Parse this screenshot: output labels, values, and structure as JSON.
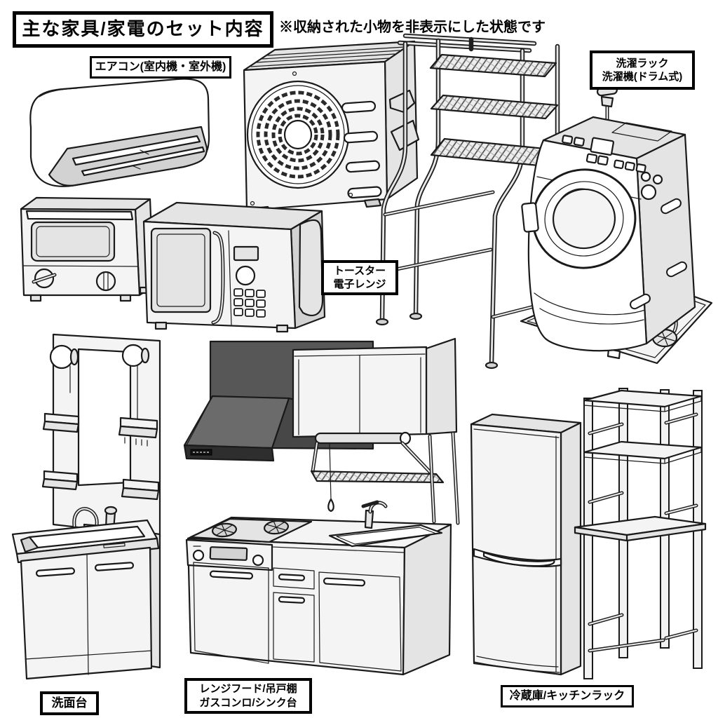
{
  "page": {
    "title": "主な家具/家電のセット内容",
    "note": "※収納された小物を非表示にした状態です"
  },
  "labels": {
    "aircon": {
      "lines": [
        "エアコン(室内機・室外機)"
      ]
    },
    "laundry": {
      "lines": [
        "洗濯ラック",
        "洗濯機(ドラム式)"
      ]
    },
    "toaster": {
      "lines": [
        "トースター",
        "電子レンジ"
      ]
    },
    "washstand": {
      "lines": [
        "洗面台"
      ]
    },
    "kitchen": {
      "lines": [
        "レンジフード/吊戸棚",
        "ガスコンロ/シンク台"
      ]
    },
    "fridge": {
      "lines": [
        "冷蔵庫/キッチンラック"
      ]
    }
  },
  "items": [
    {
      "name": "air-conditioner-indoor-unit"
    },
    {
      "name": "air-conditioner-outdoor-unit"
    },
    {
      "name": "laundry-rack"
    },
    {
      "name": "drum-washing-machine"
    },
    {
      "name": "toaster-oven"
    },
    {
      "name": "microwave-oven"
    },
    {
      "name": "bathroom-vanity"
    },
    {
      "name": "range-hood"
    },
    {
      "name": "hanging-cupboard"
    },
    {
      "name": "gas-stove-sink-cabinet"
    },
    {
      "name": "refrigerator"
    },
    {
      "name": "kitchen-rack"
    }
  ],
  "colors": {
    "line": "#1a1a1a",
    "background": "#ffffff",
    "light_gray": "#f4f4f4",
    "mid_gray": "#e4e4e4",
    "hood_dark": "#5c5c5c",
    "hood_chin": "#2e2e2e",
    "label_border": "#000000"
  }
}
